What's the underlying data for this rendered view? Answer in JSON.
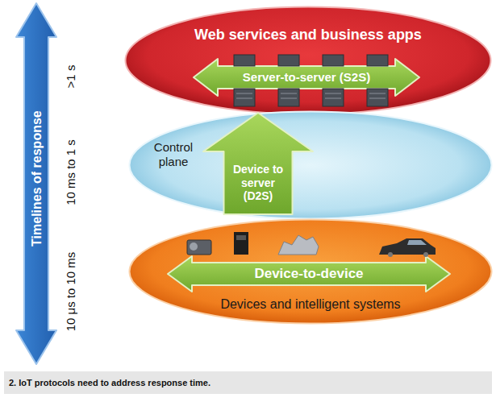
{
  "diagram": {
    "caption": "2. IoT protocols need to address response time.",
    "nodes": [
      {
        "text": [
          "Timelines of response"
        ]
      },
      {
        "text": [
          "Web services and business apps"
        ]
      },
      {
        "text": [
          "Server-to-server (S2S)"
        ],
        "in": 1
      },
      {
        "text": [
          "Control plane"
        ]
      },
      {
        "text": [
          "Device to server (D2S)"
        ],
        "in": 3
      },
      {
        "text": [
          "Devices and intelligent systems"
        ]
      },
      {
        "text": [
          "Device-to-device"
        ],
        "in": 5
      }
    ],
    "labels": [
      ">1 s",
      "10 ms to 1 s",
      "10 μs to 10 ms"
    ]
  }
}
